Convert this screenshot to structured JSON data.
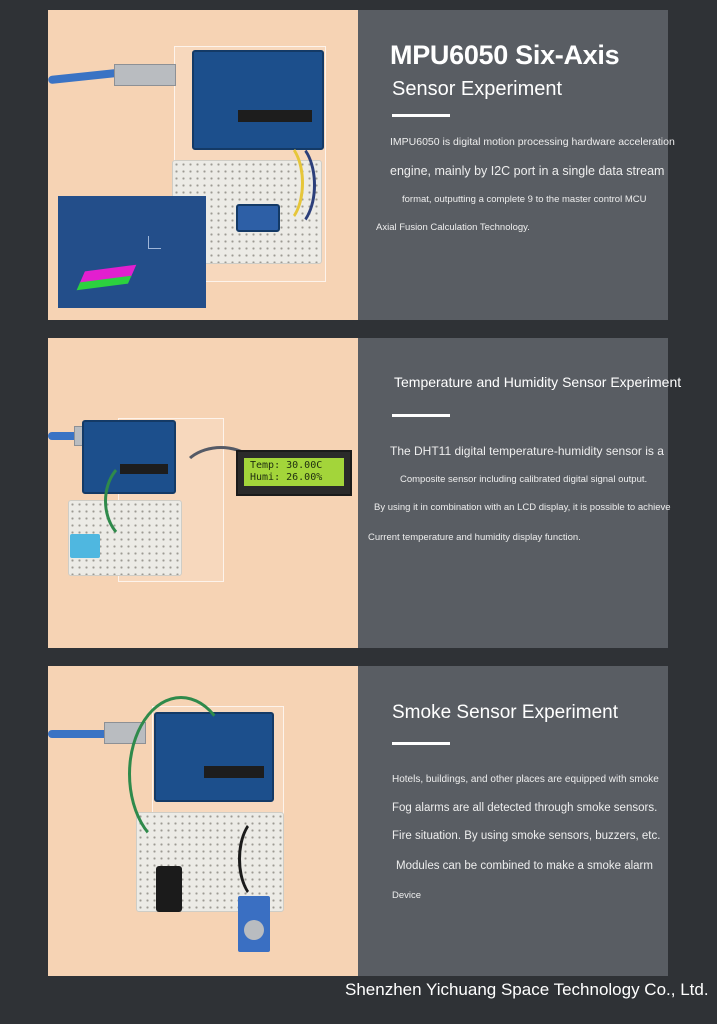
{
  "panel1": {
    "title_line1": "MPU6050 Six-Axis",
    "title_line2": "Sensor Experiment",
    "lines": [
      "IMPU6050 is digital motion processing hardware acceleration",
      "engine, mainly by I2C port in a single data stream",
      "format, outputting a complete 9 to the master control MCU",
      "Axial Fusion Calculation Technology."
    ]
  },
  "panel2": {
    "title": "Temperature and Humidity Sensor Experiment",
    "lcd_line1": "Temp: 30.00C",
    "lcd_line2": "Humi: 26.00%",
    "lines": [
      "The DHT11 digital temperature-humidity sensor is a",
      "Composite sensor including calibrated digital signal output.",
      "By using it in combination with an LCD display, it is possible to achieve",
      "Current temperature and humidity display function."
    ]
  },
  "panel3": {
    "title": "Smoke Sensor Experiment",
    "lines": [
      "Hotels, buildings, and other places are equipped with smoke",
      "Fog alarms are all detected through smoke sensors.",
      "Fire situation. By using smoke sensors, buzzers, etc.",
      "Modules can be combined to make a smoke alarm",
      "Device"
    ]
  },
  "footer": "Shenzhen Yichuang Space Technology Co., Ltd.",
  "colors": {
    "background": "#2f3236",
    "text_panel": "#595d63",
    "photo_bg": "#f6d3b4",
    "board": "#1c4f8c"
  }
}
